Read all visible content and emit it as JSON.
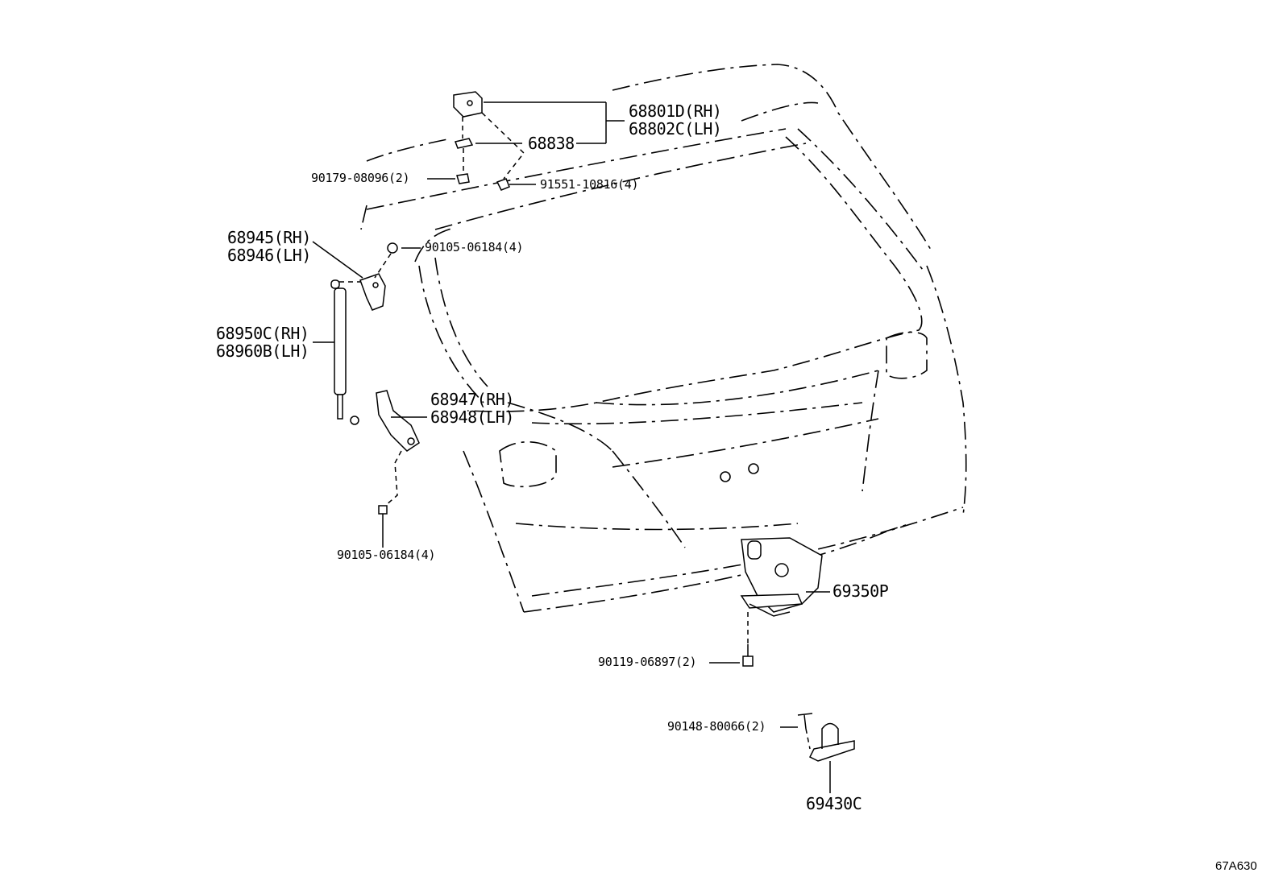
{
  "diagram": {
    "figure_code": "67A630",
    "labels": {
      "hinge": [
        "68801D(RH)",
        "68802C(LH)"
      ],
      "hinge_shim": "68838",
      "nut_hinge": "90179-08096(2)",
      "bolt_hinge": "91551-10816(4)",
      "upper_bracket": [
        "68945(RH)",
        "68946(LH)"
      ],
      "stud_upper": "90105-06184(4)",
      "damper": [
        "68950C(RH)",
        "68960B(LH)"
      ],
      "lower_bracket": [
        "68947(RH)",
        "68948(LH)"
      ],
      "stud_lower": "90105-06184(4)",
      "lock": "69350P",
      "bolt_lock": "90119-06897(2)",
      "screw_striker": "90148-80066(2)",
      "striker": "69430C"
    }
  }
}
